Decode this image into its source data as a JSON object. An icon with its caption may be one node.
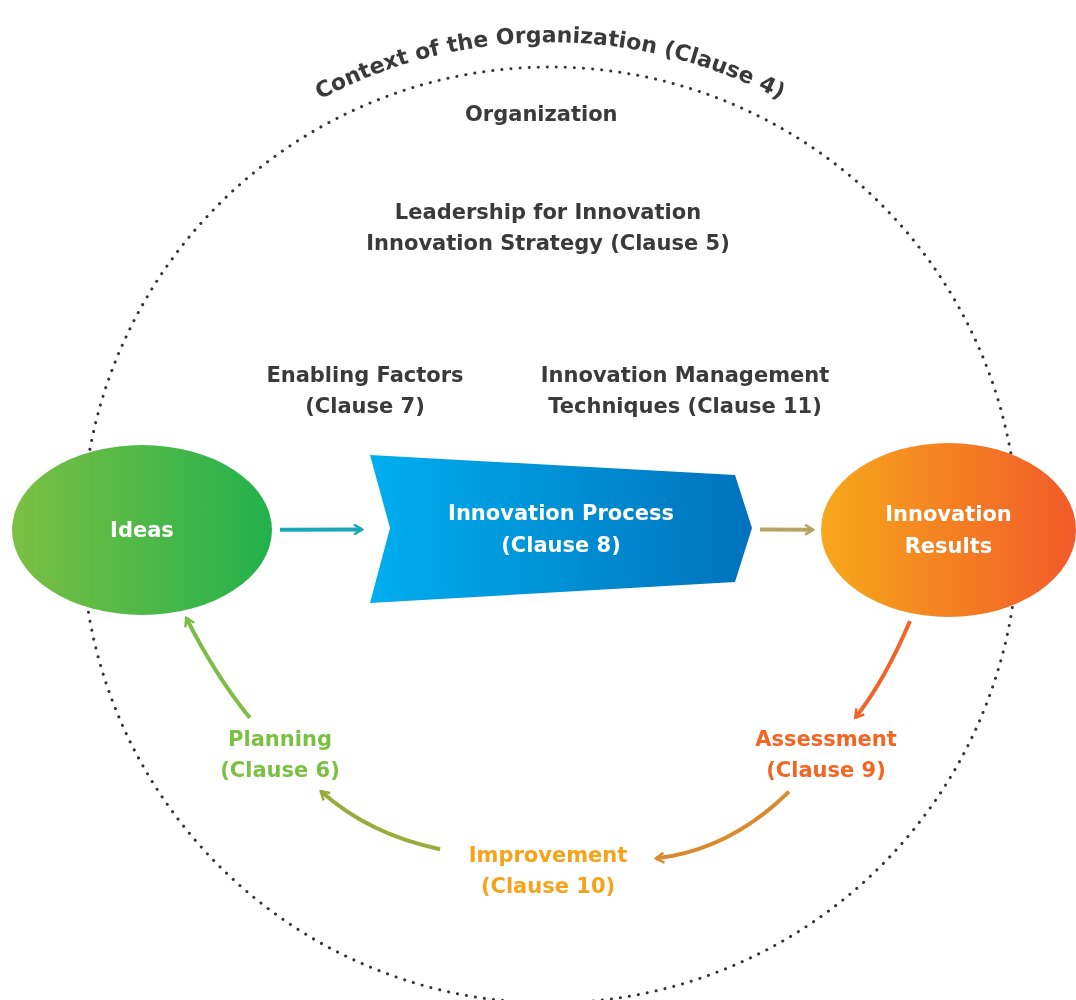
{
  "diagram": {
    "nodes": [
      {
        "text": [
          "Context of the Organization (Clause 4)",
          "Organization"
        ]
      },
      {
        "text": [
          "Ideas"
        ]
      },
      {
        "text": [
          "Innovation Process (Clause 8)"
        ],
        "in": 0
      },
      {
        "text": [
          "Innovation Results"
        ]
      },
      {
        "text": [
          "Assessment (Clause 9)"
        ],
        "in": 0
      },
      {
        "text": [
          "Improvement (Clause 10)"
        ],
        "in": 0
      },
      {
        "text": [
          "Planning (Clause 6)"
        ],
        "in": 0
      }
    ],
    "edges": [
      {
        "from": 1,
        "to": 2,
        "arrow": "to",
        "color": "#1ba5b8"
      },
      {
        "from": 2,
        "to": 3,
        "arrow": "to",
        "color": "#b9a262"
      },
      {
        "from": 3,
        "to": 4,
        "arrow": "to",
        "color": "#f0652a"
      },
      {
        "from": 4,
        "to": 5,
        "arrow": "to",
        "color": "#d98a2e"
      },
      {
        "from": 5,
        "to": 6,
        "arrow": "to",
        "color": "#9aab3c"
      },
      {
        "from": 6,
        "to": 1,
        "arrow": "to",
        "color": "#7bbd45"
      }
    ],
    "labels": [
      "Leadership for Innovation Innovation Strategy (Clause 5)",
      "Enabling Factors (Clause 7)",
      "Innovation Management Techniques (Clause 11)"
    ]
  }
}
